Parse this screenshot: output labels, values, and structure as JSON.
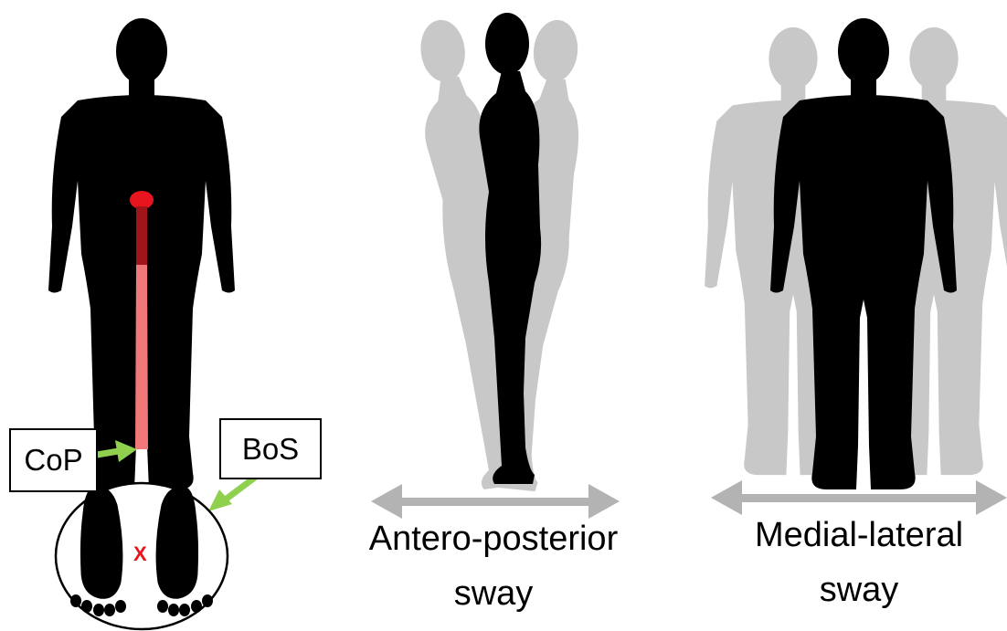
{
  "labels": {
    "cop": "CoP",
    "bos": "BoS",
    "cop_marker": "X"
  },
  "captions": {
    "antero_line1": "Antero-posterior",
    "antero_line2": "sway",
    "medial_line1": "Medial-lateral",
    "medial_line2": "sway"
  },
  "colors": {
    "silhouette": "#000000",
    "ghost": "#c8c8c8",
    "center_of_mass": "#e8141e",
    "pointer_arrow": "#8fd14f",
    "sway_arrow": "#b3b3b3"
  }
}
